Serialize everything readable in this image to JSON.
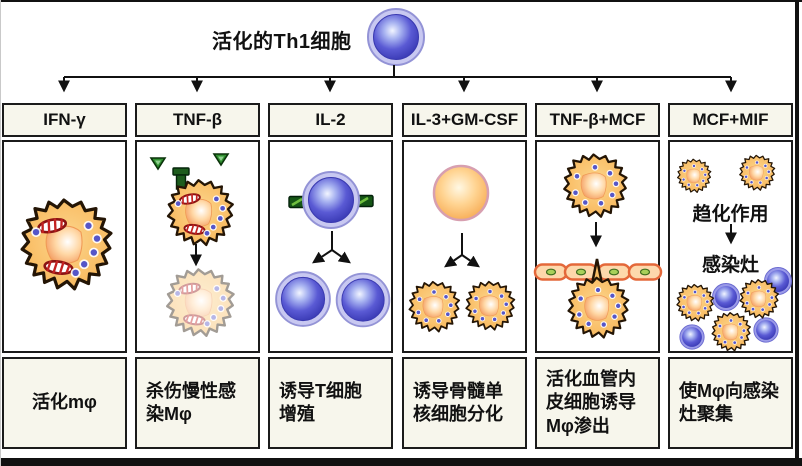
{
  "title": "活化的Th1细胞",
  "columns": [
    {
      "header": "IFN-γ",
      "label": "活化mφ"
    },
    {
      "header": "TNF-β",
      "label": "杀伤慢性感染Mφ"
    },
    {
      "header": "IL-2",
      "label": "诱导T细胞增殖"
    },
    {
      "header": "IL-3+GM-CSF",
      "label": "诱导骨髓单核细胞分化"
    },
    {
      "header": "TNF-β+MCF",
      "label": "活化血管内皮细胞诱导Mφ渗出"
    },
    {
      "header": "MCF+MIF",
      "label": "使Mφ向感染灶聚集"
    }
  ],
  "column6_annotations": {
    "chemotaxis": "趋化作用",
    "infection_focus": "感染灶"
  },
  "art_icons": {
    "th1_cell": "blue-th1-cell-icon",
    "macrophage": "orange-macrophage-icon",
    "infected_macrophage": "macrophage-with-bacteria-icon",
    "dead_macrophage": "faded-macrophage-icon",
    "t_cell": "blue-t-cell-icon",
    "monocyte": "orange-monocyte-icon",
    "endothelium_row": "endothelial-cell-row-icon",
    "cytokine": "green-triangle-icon",
    "receptor": "dark-green-receptor-icon",
    "arrow": "black-down-arrow-icon"
  },
  "colors": {
    "box_bg": "#f7f6ec",
    "border": "#1b1b1b",
    "macrophage_body": "#f9be66",
    "macrophage_outline": "#241505",
    "t_cell_blue": "#4343c6",
    "t_cell_ring": "#c8c8f1",
    "monocyte_orange": "#f7a94e",
    "endothelium_stroke": "#e4683a",
    "endothelium_fill": "#fdd8ac",
    "receptor_green": "#1d5c1d",
    "bacteria_red": "#c32222",
    "vesicle_blue": "#5656c8"
  }
}
